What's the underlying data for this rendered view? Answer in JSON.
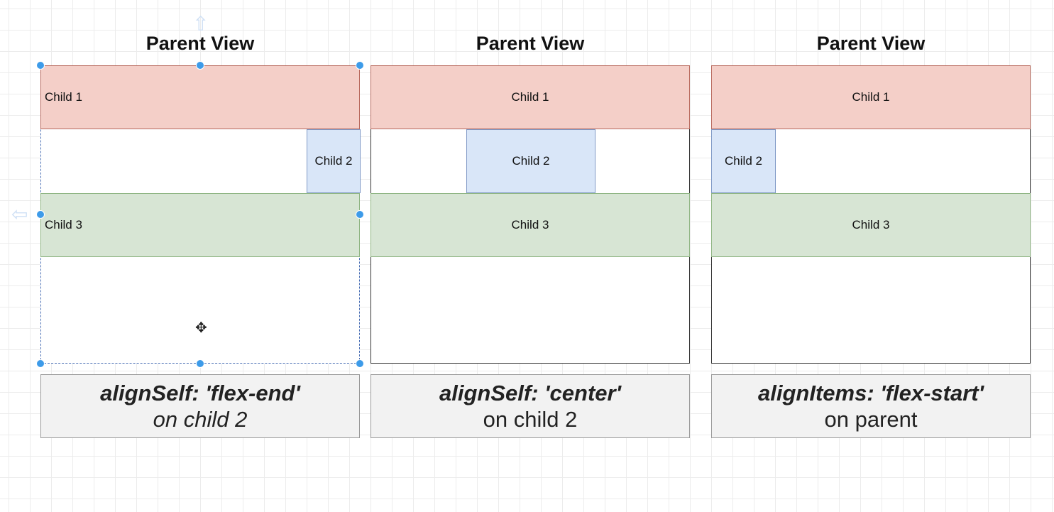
{
  "panels": [
    {
      "title": "Parent View",
      "children": [
        "Child 1",
        "Child 2",
        "Child 3"
      ],
      "caption_line1": "alignSelf: 'flex-end'",
      "caption_line2": "on child 2"
    },
    {
      "title": "Parent View",
      "children": [
        "Child 1",
        "Child 2",
        "Child 3"
      ],
      "caption_line1": "alignSelf: 'center'",
      "caption_line2": "on child 2"
    },
    {
      "title": "Parent View",
      "children": [
        "Child 1",
        "Child 2",
        "Child 3"
      ],
      "caption_line1": "alignItems: 'flex-start'",
      "caption_line2": "on parent"
    }
  ],
  "colors": {
    "child1_fill": "#f4cfc8",
    "child2_fill": "#d9e6f8",
    "child3_fill": "#d7e5d4",
    "selection_handle": "#3d9be9"
  },
  "icons": {
    "move_cursor": "move-cursor-icon",
    "connect_arrow": "arrow-hint-icon"
  }
}
